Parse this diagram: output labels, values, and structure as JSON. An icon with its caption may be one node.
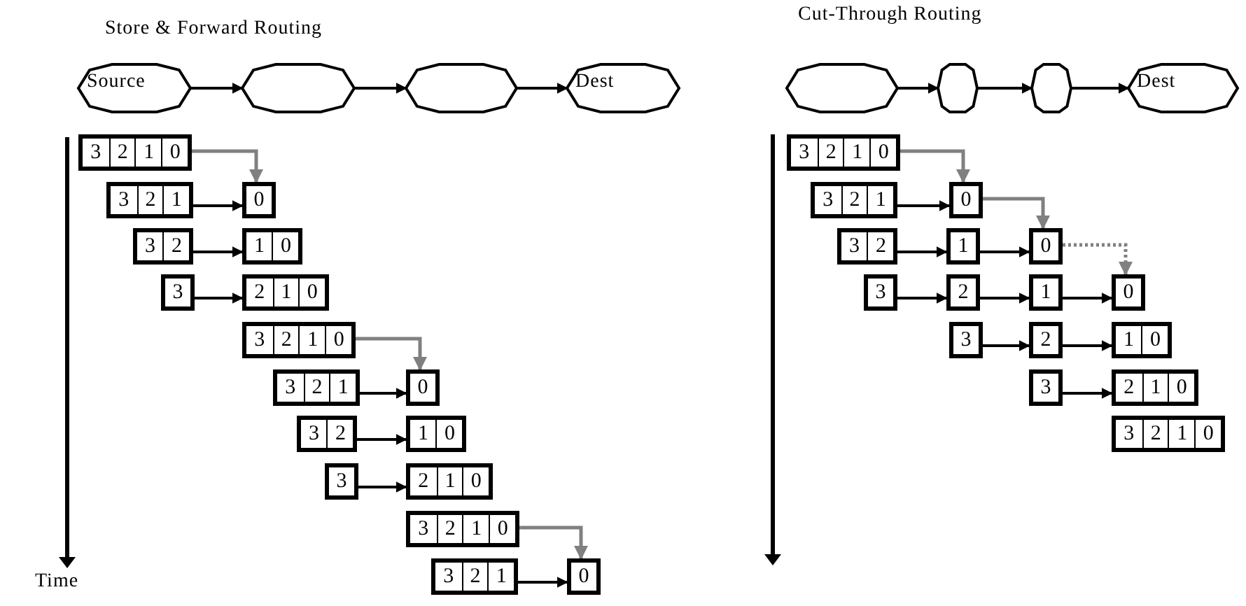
{
  "diagram": {
    "nodes": [
      {
        "text": [
          "Source"
        ]
      },
      {
        "text": [],
        "shape": "octagon"
      },
      {
        "text": [],
        "shape": "octagon"
      },
      {
        "text": [
          "Dest"
        ]
      },
      {
        "text": [],
        "shape": "octagon"
      },
      {
        "text": [],
        "shape": "octagon"
      },
      {
        "text": [],
        "shape": "octagon"
      },
      {
        "text": [
          "Dest"
        ]
      },
      {
        "text": [
          "3",
          "2",
          "1",
          "0"
        ]
      },
      {
        "text": [
          "3",
          "2",
          "1"
        ]
      },
      {
        "text": [
          "0"
        ]
      },
      {
        "text": [
          "3",
          "2"
        ]
      },
      {
        "text": [
          "1",
          "0"
        ]
      },
      {
        "text": [
          "3"
        ]
      },
      {
        "text": [
          "2",
          "1",
          "0"
        ]
      },
      {
        "text": [
          "3",
          "2",
          "1",
          "0"
        ]
      },
      {
        "text": [
          "3",
          "2",
          "1"
        ]
      },
      {
        "text": [
          "0"
        ]
      },
      {
        "text": [
          "3",
          "2"
        ]
      },
      {
        "text": [
          "1",
          "0"
        ]
      },
      {
        "text": [
          "3"
        ]
      },
      {
        "text": [
          "2",
          "1",
          "0"
        ]
      },
      {
        "text": [
          "3",
          "2",
          "1",
          "0"
        ]
      },
      {
        "text": [
          "3",
          "2",
          "1"
        ]
      },
      {
        "text": [
          "0"
        ]
      },
      {
        "text": [
          "3",
          "2",
          "1",
          "0"
        ]
      },
      {
        "text": [
          "3",
          "2",
          "1"
        ]
      },
      {
        "text": [
          "0"
        ]
      },
      {
        "text": [
          "3",
          "2"
        ]
      },
      {
        "text": [
          "1"
        ]
      },
      {
        "text": [
          "0"
        ]
      },
      {
        "text": [
          "3"
        ]
      },
      {
        "text": [
          "2"
        ]
      },
      {
        "text": [
          "1"
        ]
      },
      {
        "text": [
          "0"
        ]
      },
      {
        "text": [
          "3"
        ]
      },
      {
        "text": [
          "2"
        ]
      },
      {
        "text": [
          "1",
          "0"
        ]
      },
      {
        "text": [
          "3"
        ]
      },
      {
        "text": [
          "2",
          "1",
          "0"
        ]
      },
      {
        "text": [
          "3",
          "2",
          "1",
          "0"
        ]
      }
    ],
    "edges": [
      {
        "from": 0,
        "to": 1,
        "arrow": "to"
      },
      {
        "from": 1,
        "to": 2,
        "arrow": "to"
      },
      {
        "from": 2,
        "to": 3,
        "arrow": "to"
      },
      {
        "from": 4,
        "to": 5,
        "arrow": "to"
      },
      {
        "from": 5,
        "to": 6,
        "arrow": "to"
      },
      {
        "from": 6,
        "to": 7,
        "arrow": "to"
      },
      {
        "from": 8,
        "to": 10,
        "arrow": "to",
        "color": "#808080"
      },
      {
        "from": 9,
        "to": 10,
        "arrow": "to"
      },
      {
        "from": 11,
        "to": 12,
        "arrow": "to"
      },
      {
        "from": 13,
        "to": 14,
        "arrow": "to"
      },
      {
        "from": 15,
        "to": 17,
        "arrow": "to",
        "color": "#808080"
      },
      {
        "from": 16,
        "to": 17,
        "arrow": "to"
      },
      {
        "from": 18,
        "to": 19,
        "arrow": "to"
      },
      {
        "from": 20,
        "to": 21,
        "arrow": "to"
      },
      {
        "from": 22,
        "to": 24,
        "arrow": "to",
        "color": "#808080"
      },
      {
        "from": 23,
        "to": 24,
        "arrow": "to"
      },
      {
        "from": 25,
        "to": 27,
        "arrow": "to",
        "color": "#808080"
      },
      {
        "from": 26,
        "to": 27,
        "arrow": "to"
      },
      {
        "from": 27,
        "to": 30,
        "arrow": "to",
        "color": "#808080"
      },
      {
        "from": 28,
        "to": 29,
        "arrow": "to"
      },
      {
        "from": 29,
        "to": 30,
        "arrow": "to"
      },
      {
        "from": 30,
        "to": 34,
        "arrow": "to",
        "color": "#808080",
        "style": "dashed"
      },
      {
        "from": 31,
        "to": 32,
        "arrow": "to"
      },
      {
        "from": 32,
        "to": 33,
        "arrow": "to"
      },
      {
        "from": 33,
        "to": 34,
        "arrow": "to"
      },
      {
        "from": 35,
        "to": 36,
        "arrow": "to"
      },
      {
        "from": 36,
        "to": 37,
        "arrow": "to"
      },
      {
        "from": 38,
        "to": 39,
        "arrow": "to"
      }
    ],
    "labels": [
      "Store & Forward Routing",
      "Cut-Through Routing",
      "Time"
    ]
  }
}
